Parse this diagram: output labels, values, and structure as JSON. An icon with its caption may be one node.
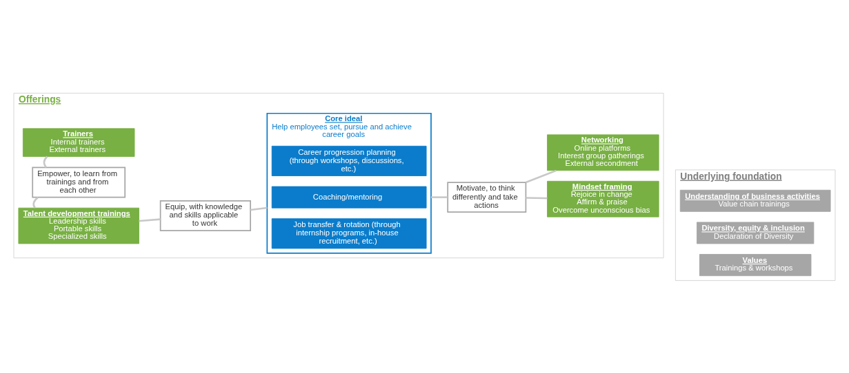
{
  "diagram": {
    "nodes": [
      {
        "text": [
          "Offerings"
        ]
      },
      {
        "text": [
          "Talent development trainings",
          "Leadership skills",
          "Portable skills",
          "Specialized skills"
        ],
        "in": 0
      },
      {
        "text": [
          "Empower, to learn from trainings and from each other"
        ],
        "in": 0
      },
      {
        "text": [
          "Trainers",
          "Internal trainers",
          "External trainers"
        ],
        "in": 0
      },
      {
        "text": [
          "Equip, with knowledge and skills applicable to work"
        ],
        "in": 0
      },
      {
        "text": [
          "Core ideal",
          "Help employees set, pursue and achieve career goals"
        ],
        "in": 0
      },
      {
        "text": [
          "Coaching/mentoring"
        ],
        "in": 5
      },
      {
        "text": [
          "Career progression planning (through workshops, discussions, etc.)"
        ],
        "in": 5
      },
      {
        "text": [
          "Job transfer & rotation (through internship programs, in-house recruitment, etc.)"
        ],
        "in": 5
      },
      {
        "text": [
          "Motivate, to think differently and take actions"
        ],
        "in": 0
      },
      {
        "text": [
          "Mindset framing",
          "Rejoice in change",
          "Affirm & praise",
          "Overcome unconscious bias"
        ],
        "in": 0
      },
      {
        "text": [
          "Networking",
          "Online platforms",
          "Interest group gatherings",
          "External secondment"
        ],
        "in": 0
      },
      {
        "text": [
          "Underlying foundation"
        ]
      },
      {
        "text": [
          "Values",
          "Trainings & workshops"
        ],
        "in": 12
      },
      {
        "text": [
          "Diversity, equity & inclusion",
          "Declaration of Diversity"
        ],
        "in": 12
      },
      {
        "text": [
          "Understanding of business activities",
          "Value chain trainings"
        ],
        "in": 12
      }
    ],
    "edges": [
      {
        "from": 1,
        "to": 2,
        "arrow": "none"
      },
      {
        "from": 2,
        "to": 3,
        "arrow": "none"
      },
      {
        "from": 1,
        "to": 4,
        "arrow": "none"
      },
      {
        "from": 4,
        "to": 5,
        "arrow": "none"
      },
      {
        "from": 5,
        "to": 9,
        "arrow": "none"
      },
      {
        "from": 9,
        "to": 10,
        "arrow": "none"
      },
      {
        "from": 9,
        "to": 11,
        "arrow": "none"
      }
    ]
  }
}
